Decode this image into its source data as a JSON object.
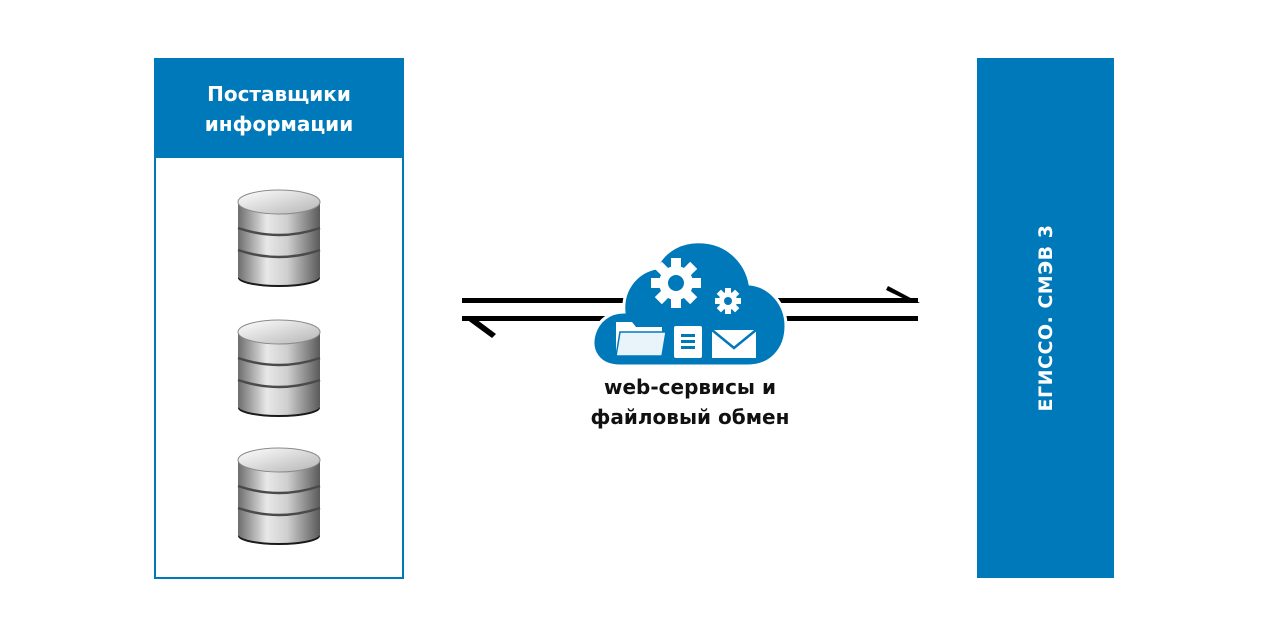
{
  "providers": {
    "title": "Поставщики\nинформации",
    "databases": [
      "database",
      "database",
      "database"
    ]
  },
  "exchange": {
    "caption": "web-сервисы и\nфайловый обмен",
    "icons": [
      "gear-icon",
      "gear-small-icon",
      "folder-icon",
      "document-icon",
      "envelope-icon"
    ]
  },
  "system": {
    "title": "ЕГИССО. СМЭВ 3"
  },
  "colors": {
    "primary": "#0079bb"
  }
}
